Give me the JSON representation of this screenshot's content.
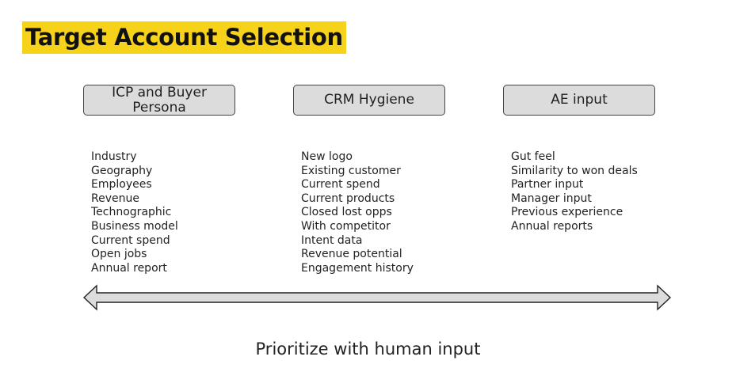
{
  "title": "Target Account Selection",
  "colors": {
    "title_highlight": "#f6d21a",
    "box_fill": "#dcdcdc",
    "box_border": "#444444",
    "arrow_fill": "#dcdcdc"
  },
  "columns": [
    {
      "heading_lines": [
        "ICP and Buyer",
        "Persona"
      ],
      "items": [
        "Industry",
        "Geography",
        "Employees",
        "Revenue",
        "Technographic",
        "Business model",
        "Current spend",
        "Open jobs",
        "Annual report"
      ]
    },
    {
      "heading_lines": [
        "CRM Hygiene"
      ],
      "items": [
        "New logo",
        "Existing customer",
        "Current spend",
        "Current products",
        "Closed lost opps",
        "With competitor",
        "Intent data",
        "Revenue potential",
        "Engagement history"
      ]
    },
    {
      "heading_lines": [
        "AE input"
      ],
      "items": [
        "Gut feel",
        "Similarity to won deals",
        "Partner input",
        "Manager input",
        "Previous experience",
        "Annual reports"
      ]
    }
  ],
  "arrow_icon": "double-headed-arrow-icon",
  "footer": "Prioritize with human input"
}
